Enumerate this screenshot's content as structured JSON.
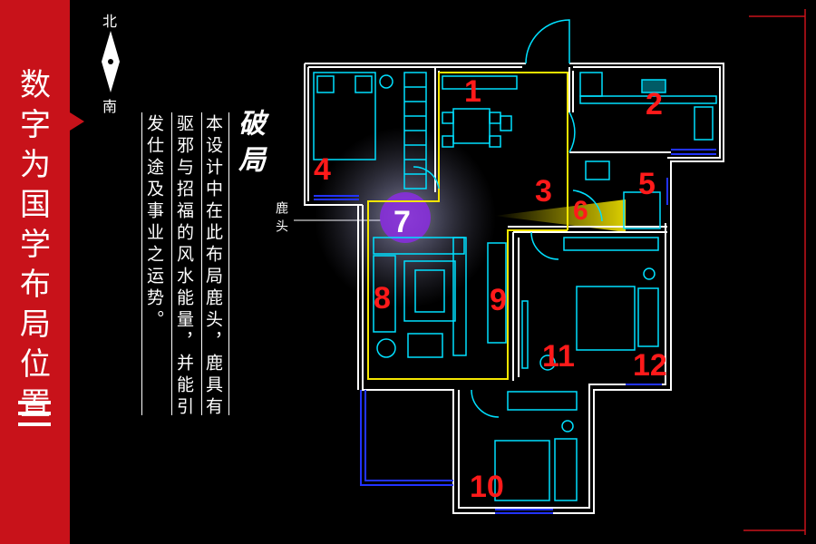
{
  "sidebar": {
    "title_chars": [
      "数",
      "字",
      "为",
      "国",
      "学",
      "布",
      "局",
      "位",
      "置"
    ]
  },
  "compass": {
    "north": "北",
    "south": "南"
  },
  "text_panel": {
    "heading": "破局",
    "col1": "本设计中在此布局鹿头，鹿具有",
    "col2": "驱邪与招福的风水能量，并能引",
    "col3": "发仕途及事业之运势。"
  },
  "callout": {
    "label": "鹿头"
  },
  "rooms": [
    "1",
    "2",
    "3",
    "4",
    "5",
    "6",
    "7",
    "8",
    "9",
    "10",
    "11",
    "12"
  ],
  "colors": {
    "accent_red": "#c8121a",
    "wall": "#ffffff",
    "highlight": "#f5e600",
    "furniture": "#00e0ff",
    "number": "#ff1a1a",
    "glow": "#8a2be2"
  }
}
